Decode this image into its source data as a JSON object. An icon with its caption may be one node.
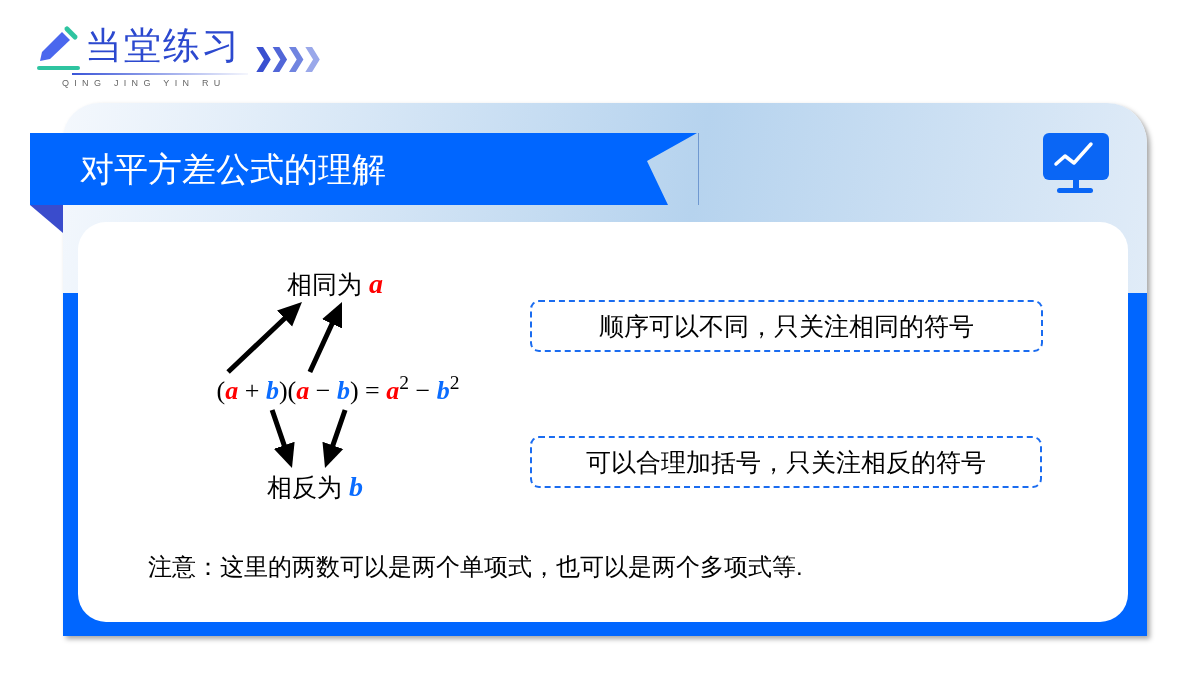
{
  "diagram": {
    "title": "当堂练习",
    "nodes": [
      {
        "text": [
          "对平方差公式的理解"
        ]
      },
      {
        "text": [
          "相同为 *a*"
        ]
      },
      {
        "text": [
          "(*a* + *b*)(*a* − *b*) = *a*$^{2}$ − *b*$^{2}$"
        ]
      },
      {
        "text": [
          "相反为 *b*"
        ]
      },
      {
        "text": [
          "顺序可以不同，只关注相同的符号"
        ]
      },
      {
        "text": [
          "可以合理加括号，只关注相反的符号"
        ]
      }
    ],
    "edges": [
      {
        "from": 2,
        "to": 1,
        "arrow": "to"
      },
      {
        "from": 2,
        "to": 1,
        "arrow": "to"
      },
      {
        "from": 2,
        "to": 3,
        "arrow": "to"
      },
      {
        "from": 2,
        "to": 3,
        "arrow": "to"
      }
    ],
    "labels": [
      "QING JING YIN RU",
      "注意：这里的两数可以是两个单项式，也可以是两个多项式等."
    ]
  }
}
